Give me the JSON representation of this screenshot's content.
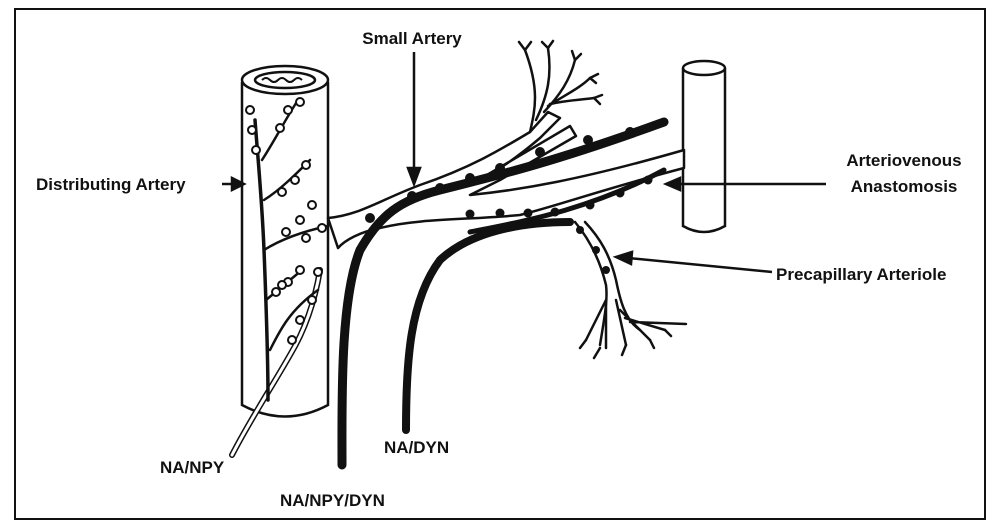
{
  "labels": {
    "small_artery": "Small Artery",
    "distributing_artery": "Distributing Artery",
    "arteriovenous_line1": "Arteriovenous",
    "arteriovenous_line2": "Anastomosis",
    "precapillary_arteriole": "Precapillary Arteriole",
    "na_npy": "NA/NPY",
    "na_npy_dyn": "NA/NPY/DYN",
    "na_dyn": "NA/DYN"
  },
  "colors": {
    "ink": "#111111",
    "paper": "#ffffff"
  }
}
